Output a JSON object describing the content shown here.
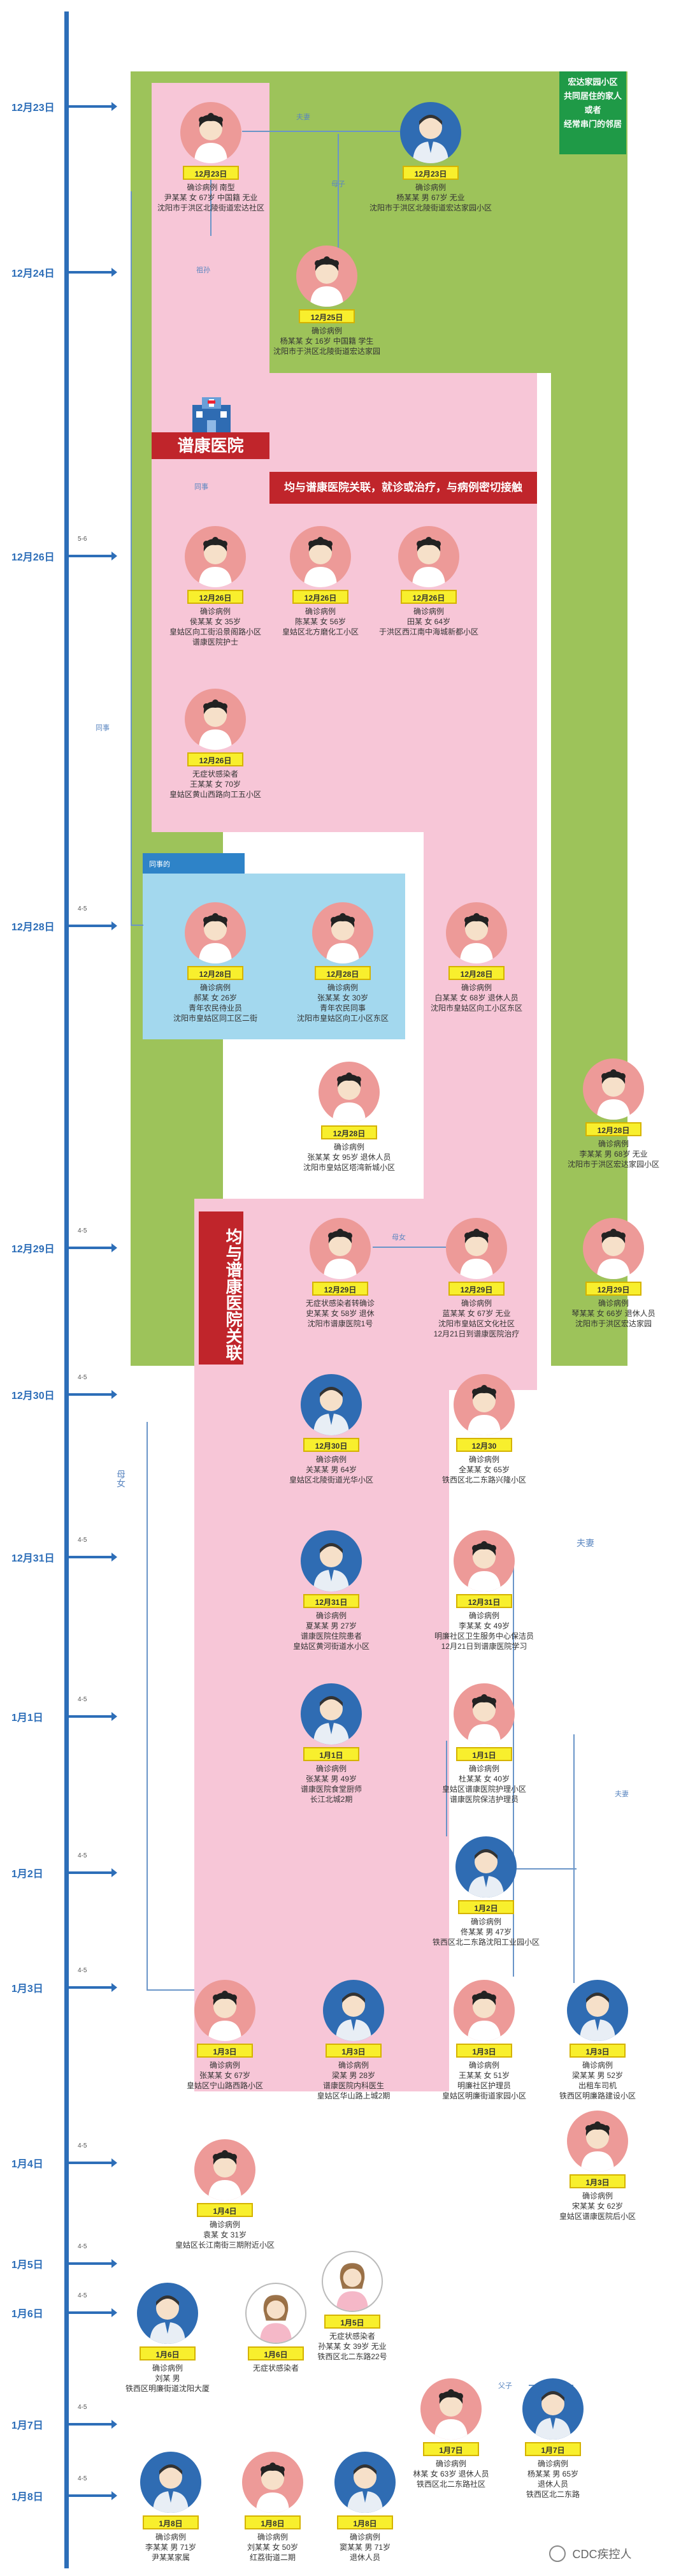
{
  "timeline": [
    {
      "date": "12月23日",
      "gap": ""
    },
    {
      "date": "12月24日",
      "gap": ""
    },
    {
      "date": "12月26日",
      "gap": "5-6"
    },
    {
      "date": "12月28日",
      "gap": "4-5"
    },
    {
      "date": "12月29日",
      "gap": "4-5"
    },
    {
      "date": "12月30日",
      "gap": "4-5"
    },
    {
      "date": "12月31日",
      "gap": "4-5"
    },
    {
      "date": "1月1日",
      "gap": "4-5"
    },
    {
      "date": "1月2日",
      "gap": "4-5"
    },
    {
      "date": "1月3日",
      "gap": "4-5"
    },
    {
      "date": "1月4日",
      "gap": "4-5"
    },
    {
      "date": "1月5日",
      "gap": "4-5"
    },
    {
      "date": "1月6日",
      "gap": "4-5"
    },
    {
      "date": "1月7日",
      "gap": "4-5"
    },
    {
      "date": "1月8日",
      "gap": "4-5"
    }
  ],
  "zones": {
    "green_title": "宏达家园小区\n共同居住的家人\n或者\n经常串门的邻居",
    "hospital_name": "谱康医院",
    "hospital_banner": "均与谱康医院关联，就诊或治疗，与病例密切接触",
    "vertical_banner": "均与谱康医院关联",
    "blue_zone_label": "同事的"
  },
  "relations": {
    "fuqi": "夫妻",
    "mugu": "母女",
    "muzi": "母子",
    "tongshi": "同事",
    "fuzi": "父子",
    "zusun": "祖孙"
  },
  "cases": [
    {
      "id": "c1",
      "badge": "12月23日",
      "info": "确诊病例 南型\n尹某某 女 67岁 中国籍 无业\n沈阳市于洪区北陵街道宏达社区",
      "color": "pink"
    },
    {
      "id": "c2",
      "badge": "12月23日",
      "info": "确诊病例\n杨某某 男 67岁 无业\n沈阳市于洪区北陵街道宏达家园小区",
      "color": "blue"
    },
    {
      "id": "c3",
      "badge": "12月25日",
      "info": "确诊病例\n杨某某 女 16岁 中国籍 学生\n沈阳市于洪区北陵街道宏达家园",
      "color": "pink"
    },
    {
      "id": "c4",
      "badge": "12月26日",
      "info": "确诊病例\n侯某某 女 35岁\n皇姑区向工街沿景阁路小区\n谱康医院护士",
      "color": "pink"
    },
    {
      "id": "c5",
      "badge": "12月26日",
      "info": "确诊病例\n陈某某 女 56岁\n皇姑区北方磨化工小区",
      "color": "pink"
    },
    {
      "id": "c6",
      "badge": "12月26日",
      "info": "确诊病例\n田某 女 64岁\n于洪区西江南中海城新都小区",
      "color": "pink"
    },
    {
      "id": "c7",
      "badge": "12月26日",
      "info": "无症状感染者\n王某某 女 70岁\n皇姑区黄山西路向工五小区",
      "color": "pink"
    },
    {
      "id": "c8",
      "badge": "12月28日",
      "info": "确诊病例\n郝某 女 26岁\n青年农民待业员\n沈阳市皇姑区同工区二街",
      "color": "pink"
    },
    {
      "id": "c9",
      "badge": "12月28日",
      "info": "确诊病例\n张某某 女 30岁\n青年农民同事\n沈阳市皇姑区向工小区东区",
      "color": "pink"
    },
    {
      "id": "c10",
      "badge": "12月28日",
      "info": "确诊病例\n白某某 女 68岁 退休人员\n沈阳市皇姑区向工小区东区",
      "color": "pink"
    },
    {
      "id": "c11",
      "badge": "12月28日",
      "info": "确诊病例\n张某某 女 95岁 退休人员\n沈阳市皇姑区塔湾新城小区",
      "color": "pink"
    },
    {
      "id": "c12",
      "badge": "12月28日",
      "info": "确诊病例\n李某某 男 68岁 无业\n沈阳市于洪区宏达家园小区",
      "color": "pink"
    },
    {
      "id": "c13",
      "badge": "12月29日",
      "info": "无症状感染者转确诊\n史某某 女 58岁 退休\n沈阳市谱康医院1号",
      "color": "pink"
    },
    {
      "id": "c14",
      "badge": "12月29日",
      "info": "确诊病例\n蓝某某 女 67岁 无业\n沈阳市皇姑区文化社区\n12月21日到谱康医院治疗",
      "color": "pink"
    },
    {
      "id": "c15",
      "badge": "12月29日",
      "info": "确诊病例\n琴某某 女 66岁 退休人员\n沈阳市于洪区宏达家园",
      "color": "pink"
    },
    {
      "id": "c16",
      "badge": "12月30日",
      "info": "确诊病例\n关某某 男 64岁\n皇姑区北陵街道光华小区",
      "color": "blue"
    },
    {
      "id": "c17",
      "badge": "12月30",
      "info": "确诊病例\n全某某 女 65岁\n铁西区北二东路兴隆小区",
      "color": "pink"
    },
    {
      "id": "c18",
      "badge": "12月31日",
      "info": "确诊病例\n夏某某 男 27岁\n谱康医院住院患者\n皇姑区黄河街道水小区",
      "color": "blue"
    },
    {
      "id": "c19",
      "badge": "12月31日",
      "info": "确诊病例\n李某某 女 49岁\n明廉社区卫生服务中心保洁员\n12月21日到谱康医院学习",
      "color": "pink"
    },
    {
      "id": "c20",
      "badge": "1月1日",
      "info": "确诊病例\n张某某 男 49岁\n谱康医院食堂厨师\n长江北城2期",
      "color": "blue"
    },
    {
      "id": "c21",
      "badge": "1月1日",
      "info": "确诊病例\n杜某某 女 40岁\n皇姑区谱康医院护理小区\n谱康医院保洁护理员",
      "color": "pink"
    },
    {
      "id": "c22",
      "badge": "1月2日",
      "info": "确诊病例\n佟某某 男 47岁\n铁西区北二东路沈阳工业园小区",
      "color": "blue"
    },
    {
      "id": "c23",
      "badge": "1月3日",
      "info": "确诊病例\n张某某 女 67岁\n皇姑区宁山路西路小区",
      "color": "pink"
    },
    {
      "id": "c24",
      "badge": "1月3日",
      "info": "确诊病例\n梁某 男 28岁\n谱康医院内科医生\n皇姑区华山路上城2期",
      "color": "blue"
    },
    {
      "id": "c25",
      "badge": "1月3日",
      "info": "确诊病例\n王某某 女 51岁\n明廉社区护理员\n皇姑区明廉街道家园小区",
      "color": "pink"
    },
    {
      "id": "c26",
      "badge": "1月3日",
      "info": "确诊病例\n梁某某 男 52岁\n出租车司机\n铁西区明廉路建设小区",
      "color": "blue"
    },
    {
      "id": "c27",
      "badge": "1月3日",
      "info": "确诊病例\n宋某某 女 62岁\n皇姑区谱康医院后小区",
      "color": "pink"
    },
    {
      "id": "c28",
      "badge": "1月4日",
      "info": "确诊病例\n袁某 女 31岁\n皇姑区长江南街三期附近小区",
      "color": "pink"
    },
    {
      "id": "c29",
      "badge": "1月5日",
      "info": "无症状感染者\n孙某某 女 39岁 无业\n铁西区北二东路22号",
      "color": "white"
    },
    {
      "id": "c30",
      "badge": "1月6日",
      "info": "确诊病例\n刘某 男\n铁西区明廉街道沈阳大厦",
      "color": "blue"
    },
    {
      "id": "c31",
      "badge": "1月6日",
      "info": "无症状感染者",
      "color": "white"
    },
    {
      "id": "c32",
      "badge": "1月7日",
      "info": "确诊病例\n林某 女 63岁 退休人员\n铁西区北二东路社区",
      "color": "pink"
    },
    {
      "id": "c33",
      "badge": "1月7日",
      "info": "确诊病例\n杨某某 男 65岁\n退休人员\n铁西区北二东路",
      "color": "blue"
    },
    {
      "id": "c34",
      "badge": "1月8日",
      "info": "确诊病例\n李某某 男 71岁\n尹某某家属",
      "color": "blue"
    },
    {
      "id": "c35",
      "badge": "1月8日",
      "info": "确诊病例\n刘某某 女 50岁\n红荔街道二期",
      "color": "pink"
    },
    {
      "id": "c36",
      "badge": "1月8日",
      "info": "确诊病例\n窦某某 男 71岁\n退休人员",
      "color": "blue"
    }
  ],
  "watermark": "CDC疾控人"
}
